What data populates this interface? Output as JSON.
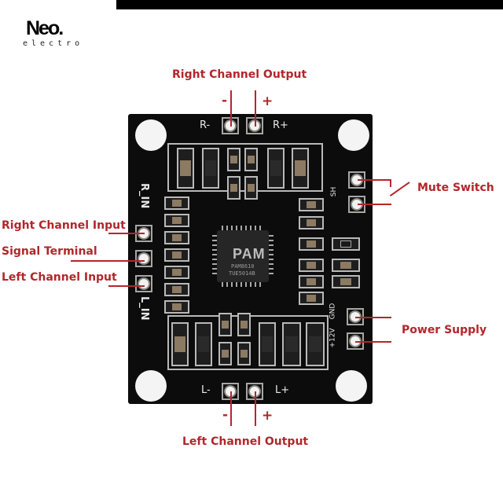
{
  "logo": {
    "main": "Neo.",
    "sub": "electro"
  },
  "labels": {
    "right_channel_output": "Right Channel Output",
    "left_channel_output": "Left Channel Output",
    "right_channel_input": "Right Channel Input",
    "signal_terminal": "Signal Terminal",
    "left_channel_input": "Left Channel Input",
    "mute_switch": "Mute Switch",
    "power_supply": "Power Supply"
  },
  "polarity": {
    "minus": "-",
    "plus": "+"
  },
  "silkscreen": {
    "r_minus": "R-",
    "r_plus": "R+",
    "l_minus": "L-",
    "l_plus": "L+",
    "r_in": "R_IN",
    "l_in": "L_IN",
    "sh": "SH",
    "gnd": "GND",
    "v12": "+12V"
  },
  "ic": {
    "logo": "PAM",
    "part": "PAM8610",
    "code": "TUE5014B"
  },
  "colors": {
    "annotation": "#b3262b",
    "board": "#0c0c0c",
    "silk": "#b9b9b9"
  }
}
